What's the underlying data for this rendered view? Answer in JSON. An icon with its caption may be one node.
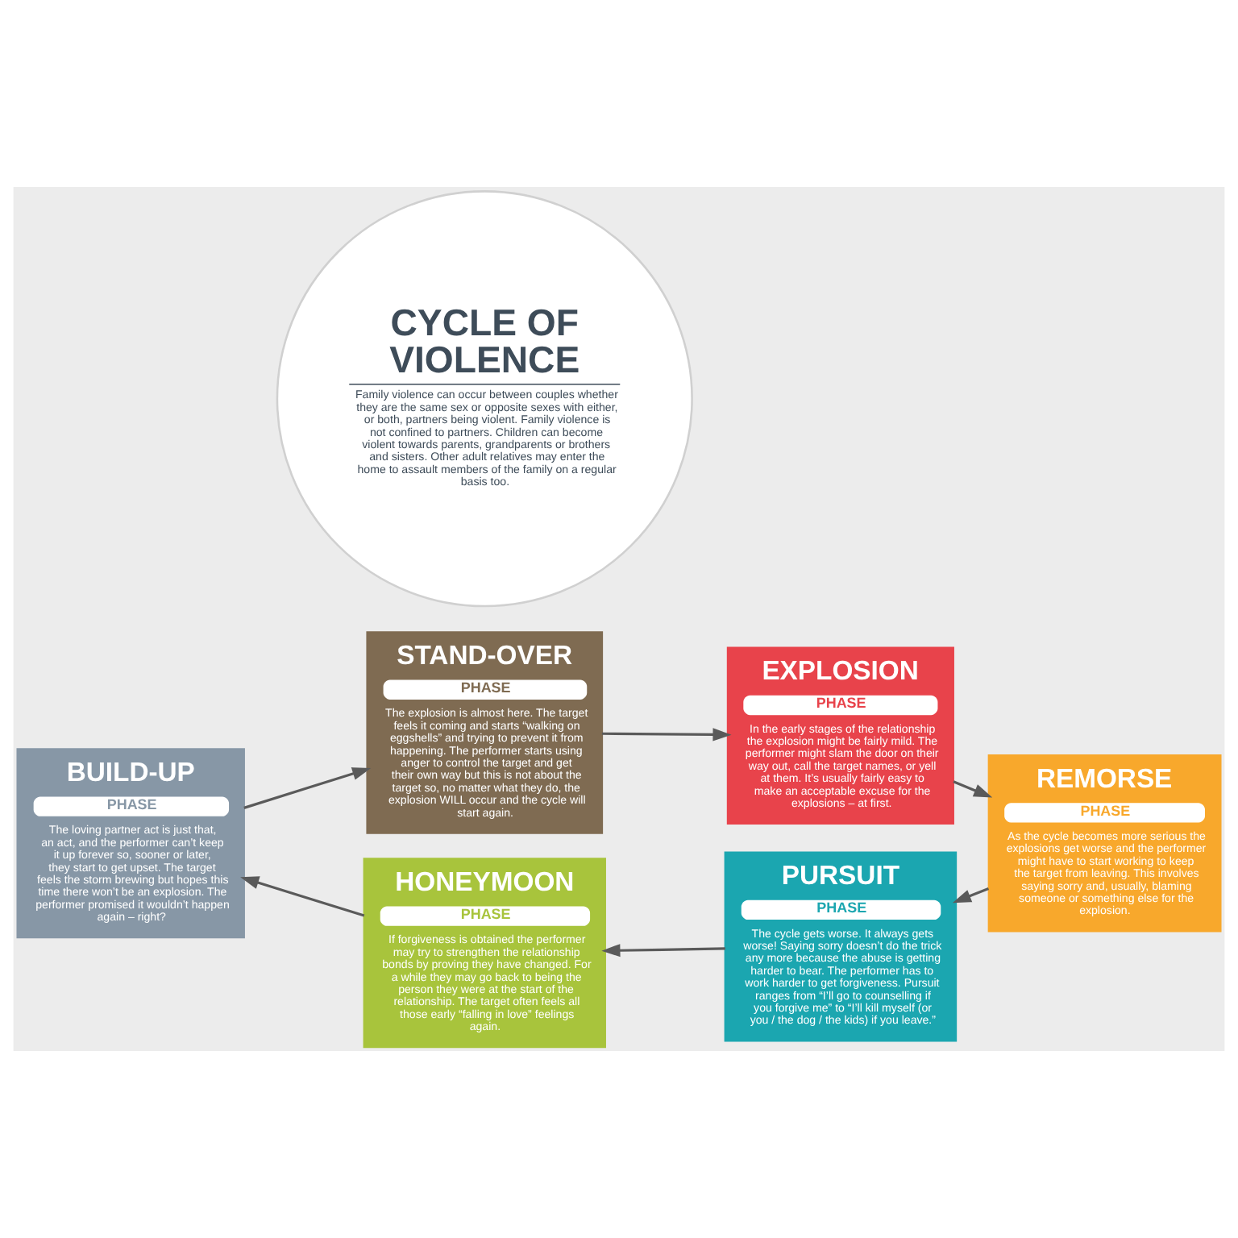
{
  "diagram": {
    "nodes": [
      {
        "text": [
          "STAND-OVER",
          "PHASE",
          "The explosion is almost here. The target feels it coming and starts “walking on eggshells” and trying to prevent it from happening. The performer starts using anger to control the target and get their own way but this is not about the target so, no matter what they do, the explosion WILL occur and the cycle will start again."
        ]
      },
      {
        "text": [
          "EXPLOSION",
          "PHASE",
          "In the early stages of the relationship the explosion might be fairly mild. The performer might slam the door on their way out, call the target names, or yell at them. It’s usually fairly easy to make an acceptable excuse for the explosions – at first."
        ]
      },
      {
        "text": [
          "BUILD-UP",
          "PHASE",
          "The loving partner act is just that, an act, and the performer can’t keep it up forever so, sooner or later, they start to get upset. The target feels the storm brewing but hopes this time there won’t be an explosion. The performer promised it wouldn’t happen again – right?"
        ]
      },
      {
        "text": [
          "CYCLE OF VIOLENCE",
          "Family violence can occur between couples whether they are the same sex or opposite sexes with either, or both, partners being violent. Family violence is not confined to partners. Children can become violent towards parents, grandparents or brothers and sisters. Other adult relatives may enter the home to assault members of the family on a regular basis too."
        ]
      },
      {
        "text": [
          "REMORSE",
          "PHASE",
          "As the cycle becomes more serious the explosions get worse and the performer might have to start working to keep the target from leaving. This involves saying sorry and, usually, blaming someone or something else for the explosion."
        ]
      },
      {
        "text": [
          "HONEYMOON",
          "PHASE",
          "If forgiveness is obtained the performer may try to strengthen the relationship bonds by proving they have changed. For a while they may go back to being the person they were at the start of the relationship. The target often feels all those early “falling in love” feelings again."
        ]
      },
      {
        "text": [
          "PURSUIT",
          "PHASE",
          "The cycle gets worse. It always gets worse! Saying sorry doesn’t do the trick any more because the abuse is getting harder to bear. The performer has to work harder to get forgiveness. Pursuit ranges from “I’ll go to counselling if you forgive me” to “I’ll kill myself (or you / the dog / the kids) if you leave.”"
        ]
      }
    ],
    "edges": [
      {
        "from": 0,
        "to": 1,
        "arrow": "to"
      },
      {
        "from": 1,
        "to": 4,
        "arrow": "to"
      },
      {
        "from": 4,
        "to": 6,
        "arrow": "to"
      },
      {
        "from": 6,
        "to": 5,
        "arrow": "to"
      },
      {
        "from": 5,
        "to": 2,
        "arrow": "to"
      },
      {
        "from": 2,
        "to": 0,
        "arrow": "to"
      }
    ]
  }
}
